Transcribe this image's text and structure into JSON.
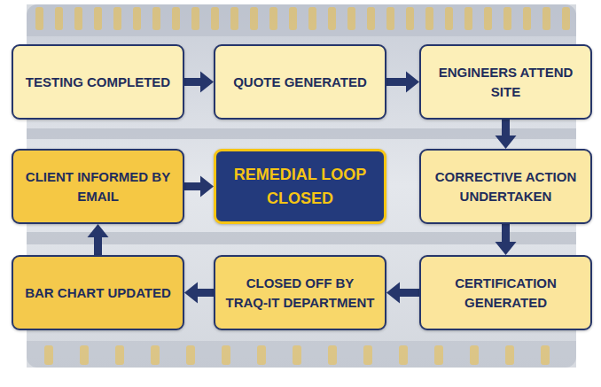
{
  "diagram": {
    "nodes": [
      {
        "text": [
          "TESTING COMPLETED"
        ]
      },
      {
        "text": [
          "QUOTE GENERATED"
        ]
      },
      {
        "text": [
          "ENGINEERS ATTEND SITE"
        ]
      },
      {
        "text": [
          "CLIENT INFORMED BY EMAIL"
        ]
      },
      {
        "text": [
          "REMEDIAL LOOP CLOSED"
        ]
      },
      {
        "text": [
          "CORRECTIVE ACTION UNDERTAKEN"
        ]
      },
      {
        "text": [
          "BAR CHART UPDATED"
        ]
      },
      {
        "text": [
          "CLOSED OFF BY TRAQ-IT DEPARTMENT"
        ]
      },
      {
        "text": [
          "CERTIFICATION GENERATED"
        ]
      }
    ],
    "edges": [
      {
        "from": 0,
        "to": 1,
        "arrow": "to"
      },
      {
        "from": 1,
        "to": 2,
        "arrow": "to"
      },
      {
        "from": 2,
        "to": 5,
        "arrow": "to"
      },
      {
        "from": 5,
        "to": 8,
        "arrow": "to"
      },
      {
        "from": 8,
        "to": 7,
        "arrow": "to"
      },
      {
        "from": 7,
        "to": 6,
        "arrow": "to"
      },
      {
        "from": 6,
        "to": 3,
        "arrow": "to"
      },
      {
        "from": 3,
        "to": 4,
        "arrow": "to"
      }
    ]
  }
}
